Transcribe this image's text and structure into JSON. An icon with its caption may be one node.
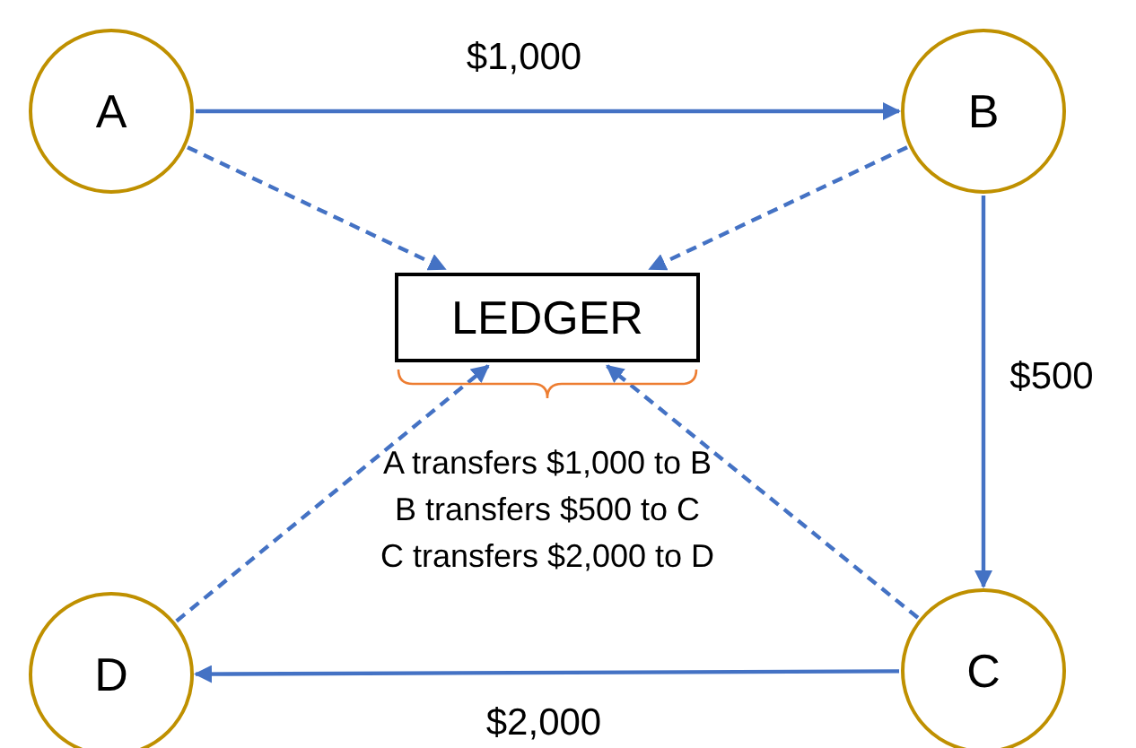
{
  "diagram": {
    "nodes": [
      {
        "text": [
          "A"
        ]
      },
      {
        "text": [
          "B"
        ]
      },
      {
        "text": [
          "LEDGER"
        ]
      },
      {
        "text": [
          "D"
        ]
      },
      {
        "text": [
          "C"
        ]
      }
    ],
    "edges": [
      {
        "from": 0,
        "to": 1,
        "arrow": "to",
        "label": "$1,000"
      },
      {
        "from": 0,
        "to": 2,
        "arrow": "to",
        "style": "dashed"
      },
      {
        "from": 1,
        "to": 2,
        "arrow": "to",
        "style": "dashed"
      },
      {
        "from": 1,
        "to": 4,
        "arrow": "to",
        "label": "$500"
      },
      {
        "from": 3,
        "to": 2,
        "arrow": "to",
        "style": "dashed"
      },
      {
        "from": 4,
        "to": 2,
        "arrow": "to",
        "style": "dashed"
      },
      {
        "from": 4,
        "to": 3,
        "arrow": "to",
        "label": "$2,000"
      }
    ],
    "labels": [
      "A transfers $1,000 to B",
      "B transfers $500 to C",
      "C transfers $2,000 to D"
    ]
  }
}
